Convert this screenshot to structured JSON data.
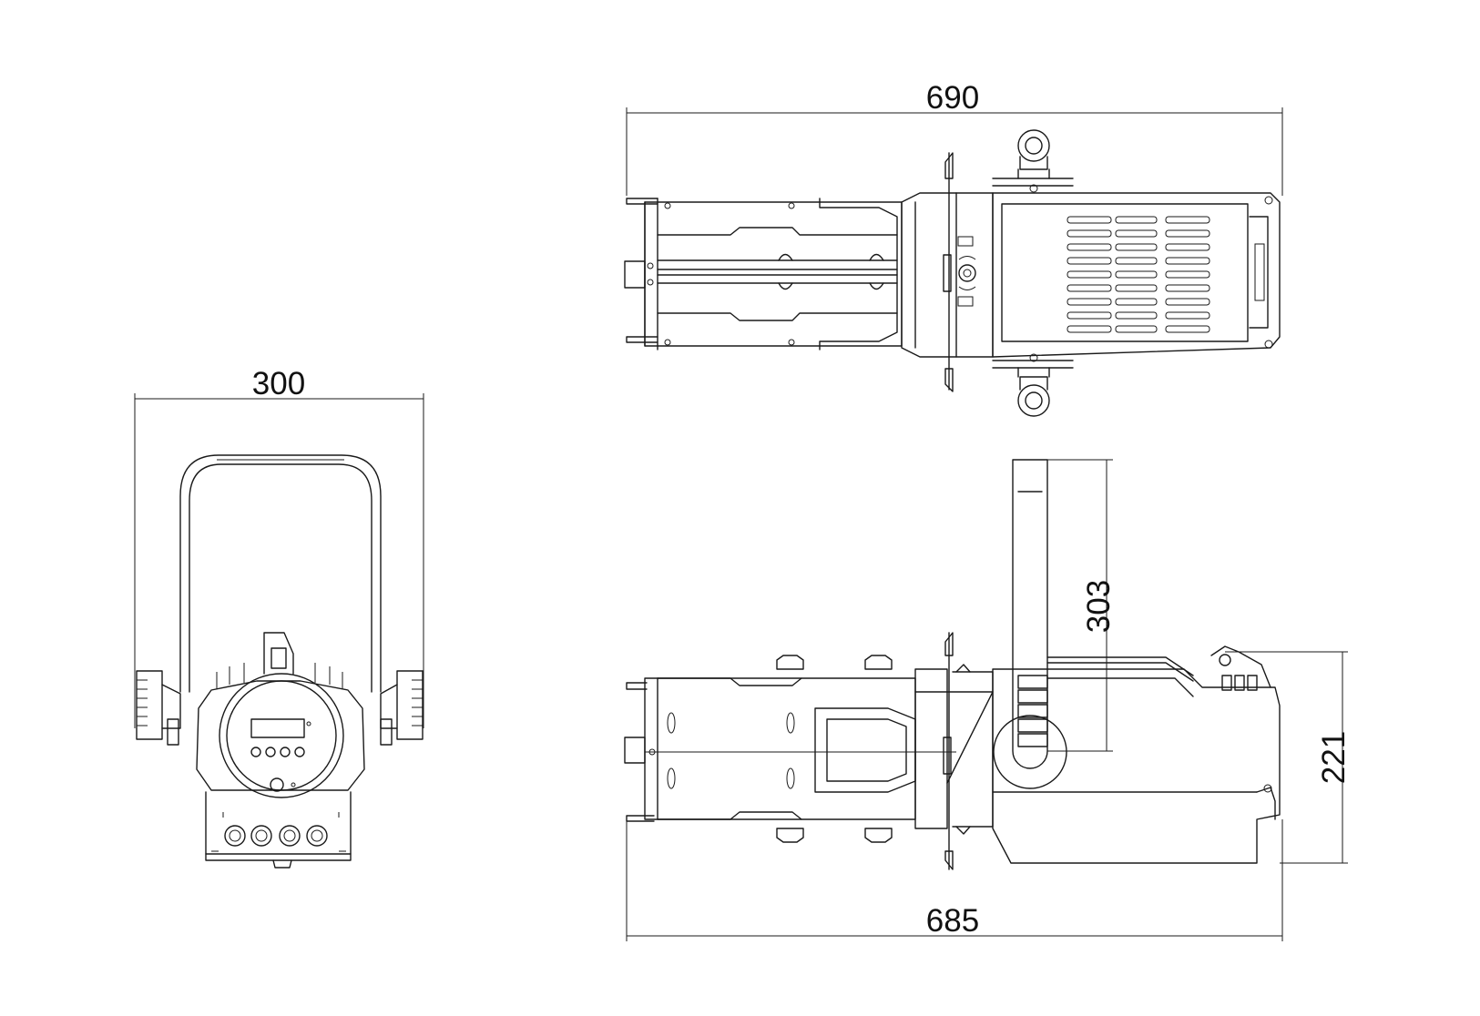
{
  "dimensions": {
    "front_width": "300",
    "top_length": "690",
    "side_length": "685",
    "yoke_height": "303",
    "body_height": "221"
  }
}
